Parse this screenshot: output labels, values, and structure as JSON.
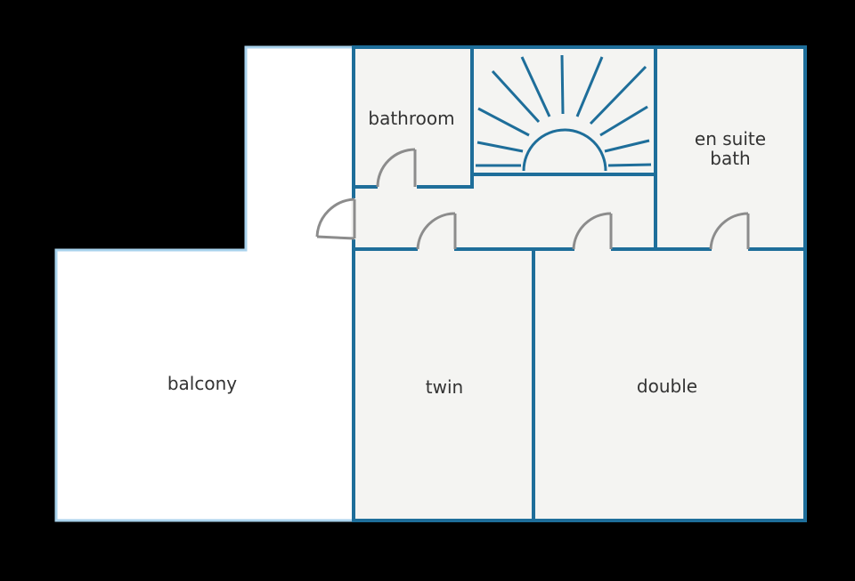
{
  "floorplan": {
    "rooms": {
      "bathroom": "bathroom",
      "en_suite_line1": "en suite",
      "en_suite_line2": "bath",
      "balcony": "balcony",
      "twin": "twin",
      "double": "double"
    },
    "icons": {
      "stairs": "stairs-icon",
      "door": "door-icon"
    },
    "colors": {
      "background": "#000000",
      "wall": "#1e6e9a",
      "balcony_outline": "#a9d2ec",
      "floor": "#f4f4f2",
      "balcony_floor": "#ffffff",
      "door": "#8c8c8c",
      "label": "#333333"
    }
  }
}
